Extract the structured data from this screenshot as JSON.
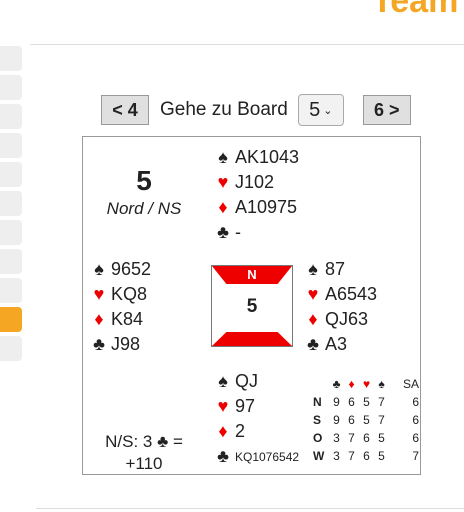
{
  "header": {
    "title": "Team"
  },
  "nav": {
    "prev_label": "< 4",
    "goto_label": "Gehe zu Board",
    "board_select_value": "5",
    "next_label": "6 >"
  },
  "board": {
    "number": "5",
    "dealer_vuln": "Nord / NS",
    "compass_north": "N",
    "compass_number": "5",
    "north": {
      "spades": "AK1043",
      "hearts": "J102",
      "diamonds": "A10975",
      "clubs": "-"
    },
    "west": {
      "spades": "9652",
      "hearts": "KQ8",
      "diamonds": "K84",
      "clubs": "J98"
    },
    "east": {
      "spades": "87",
      "hearts": "A6543",
      "diamonds": "QJ63",
      "clubs": "A3"
    },
    "south": {
      "spades": "QJ",
      "hearts": "97",
      "diamonds": "2",
      "clubs": "KQ1076542"
    },
    "result_line1": "N/S: 3 ♣ =",
    "result_line2": "+110"
  },
  "suits": {
    "spades": "♠",
    "hearts": "♥",
    "diamonds": "♦",
    "clubs": "♣"
  },
  "double_dummy": {
    "headers": {
      "clubs": "♣",
      "diamonds": "♦",
      "hearts": "♥",
      "spades": "♠",
      "nt": "SA"
    },
    "rows": [
      {
        "side": "N",
        "values": [
          "9",
          "6",
          "5",
          "7",
          "6"
        ]
      },
      {
        "side": "S",
        "values": [
          "9",
          "6",
          "5",
          "7",
          "6"
        ]
      },
      {
        "side": "O",
        "values": [
          "3",
          "7",
          "6",
          "5",
          "6"
        ]
      },
      {
        "side": "W",
        "values": [
          "3",
          "7",
          "6",
          "5",
          "7"
        ]
      }
    ]
  },
  "colors": {
    "accent": "#f5a623",
    "suit_red": "#e00000"
  }
}
